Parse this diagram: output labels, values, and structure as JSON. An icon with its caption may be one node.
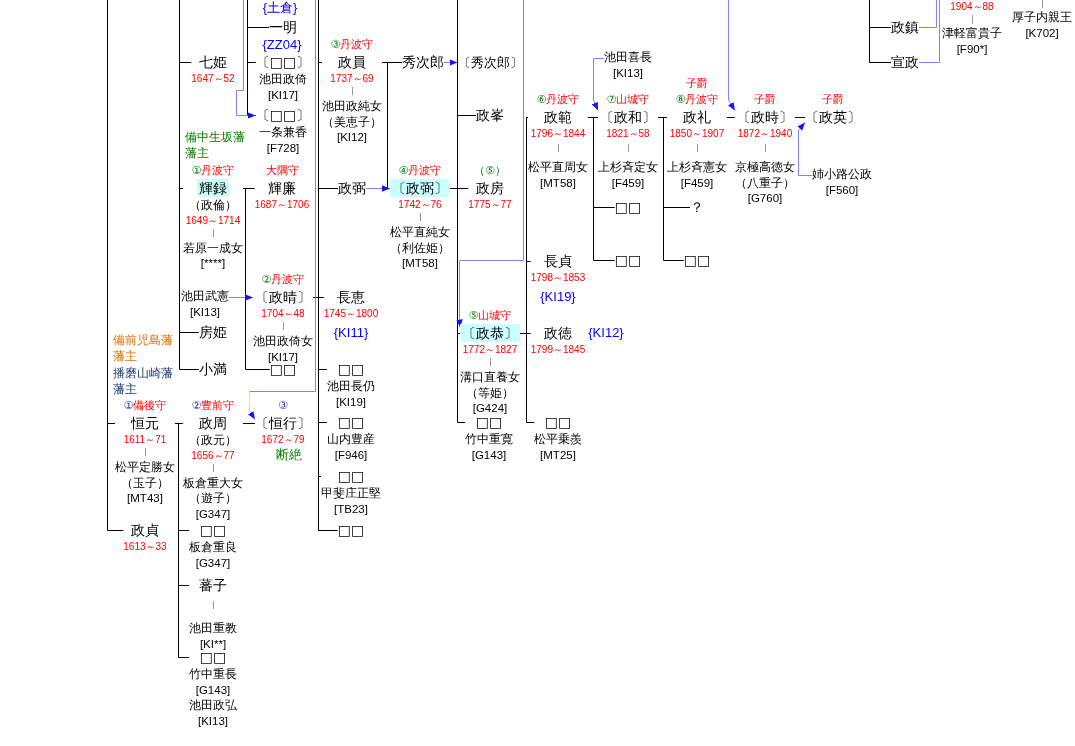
{
  "diagram": {
    "nodes": [
      {
        "text": [
          "七姫",
          "1647～52"
        ]
      },
      {
        "text": [
          "①",
          "丹波守",
          "輝録",
          "（政倫）",
          "1649～1714",
          "若原一成女",
          "[****]"
        ]
      },
      {
        "text": [
          "池田武憲",
          "[KI13]"
        ]
      },
      {
        "text": [
          "房姫"
        ]
      },
      {
        "text": [
          "小満"
        ]
      },
      {
        "text": [
          "①",
          "備後守",
          "恒元",
          "1611～71",
          "松平定勝女",
          "（玉子）",
          "[MT43]"
        ]
      },
      {
        "text": [
          "政貞",
          "1613～33"
        ]
      },
      {
        "text": [
          "②",
          "豊前守",
          "政周",
          "（政元）",
          "1656～77",
          "板倉重大女",
          "（遊子）",
          "[G347]"
        ]
      },
      {
        "text": [
          "□□",
          "板倉重良",
          "[G347]"
        ]
      },
      {
        "text": [
          "蕃子",
          "池田重教",
          "[KI**]"
        ]
      },
      {
        "text": [
          "□□",
          "竹中重長",
          "[G143]",
          "池田政弘",
          "[KI13]"
        ]
      },
      {
        "text": [
          "一明"
        ],
        "beside": [
          "{ZZ04}"
        ]
      },
      {
        "text": [
          "〔□□〕",
          "池田政倚",
          "[KI17]"
        ]
      },
      {
        "text": [
          "〔□□〕",
          "一条兼香",
          "[F728]"
        ]
      },
      {
        "text": [
          "大隅守",
          "輝廉",
          "1687～1706"
        ]
      },
      {
        "text": [
          "②",
          "丹波守",
          "〔政晴〕",
          "1704～48",
          "池田政倚女",
          "[KI17]"
        ]
      },
      {
        "text": [
          "□□"
        ]
      },
      {
        "text": [
          "③",
          "〔恒行〕",
          "1672～79"
        ],
        "beside": [
          "断絶"
        ]
      },
      {
        "text": [
          "③",
          "丹波守",
          "政員",
          "1737～69",
          "池田政純女",
          "（美恵子）",
          "[KI12]"
        ]
      },
      {
        "text": [
          "政弼"
        ]
      },
      {
        "text": [
          "長恵",
          "1745～1800"
        ],
        "beside": [
          "{KI11}"
        ]
      },
      {
        "text": [
          "□□",
          "池田長仍",
          "[KI19]"
        ]
      },
      {
        "text": [
          "□□",
          "山内豊産",
          "[F946]"
        ]
      },
      {
        "text": [
          "□□",
          "甲斐庄正堅",
          "[TB23]"
        ]
      },
      {
        "text": [
          "□□"
        ]
      },
      {
        "text": [
          "秀次郎"
        ]
      },
      {
        "text": [
          "④",
          "丹波守",
          "〔政弼〕",
          "1742～76",
          "松平直純女",
          "（利佐姫）",
          "[MT58]"
        ]
      },
      {
        "text": [
          "〔秀次郎〕"
        ]
      },
      {
        "text": [
          "政峯"
        ]
      },
      {
        "text": [
          "（⑤）",
          "政房",
          "1775～77"
        ]
      },
      {
        "text": [
          "⑤",
          "山城守",
          "〔政恭〕",
          "1772～1827",
          "溝口直養女",
          "（等姫）",
          "[G424]"
        ]
      },
      {
        "text": [
          "□□",
          "竹中重寛",
          "[G143]"
        ]
      },
      {
        "text": [
          "⑥",
          "丹波守",
          "政範",
          "1796～1844",
          "松平直周女",
          "[MT58]"
        ]
      },
      {
        "text": [
          "長貞",
          "1798～1853"
        ],
        "beside": [
          "{KI19}"
        ]
      },
      {
        "text": [
          "政徳",
          "1799～1845"
        ],
        "beside": [
          "{KI12}"
        ]
      },
      {
        "text": [
          "□□",
          "松平乗羨",
          "[MT25]"
        ]
      },
      {
        "text": [
          "池田喜長",
          "[KI13]"
        ]
      },
      {
        "text": [
          "⑦",
          "山城守",
          "〔政和〕",
          "1821～58",
          "上杉斉定女",
          "[F459]"
        ]
      },
      {
        "text": [
          "□□"
        ]
      },
      {
        "text": [
          "□□"
        ]
      },
      {
        "text": [
          "子爵",
          "⑧",
          "丹波守",
          "政礼",
          "1850～1907",
          "上杉斉憲女",
          "[F459]"
        ]
      },
      {
        "text": [
          "？"
        ]
      },
      {
        "text": [
          "□□"
        ]
      },
      {
        "text": [
          "子爵",
          "〔政時〕",
          "1872～1940",
          "京極高徳女",
          "（八重子）",
          "[G760]"
        ]
      },
      {
        "text": [
          "子爵",
          "〔政英〕"
        ]
      },
      {
        "text": [
          "姉小路公政",
          "[F560]"
        ]
      },
      {
        "text": [
          "政鎮"
        ]
      },
      {
        "text": [
          "宣政"
        ]
      }
    ],
    "edges": [
      {
        "from": null,
        "to": 5,
        "arrow": "none"
      },
      {
        "from": null,
        "to": 6,
        "arrow": "none"
      },
      {
        "from": null,
        "to": 0,
        "arrow": "none"
      },
      {
        "from": null,
        "to": 1,
        "arrow": "none"
      },
      {
        "from": null,
        "to": 3,
        "arrow": "none"
      },
      {
        "from": null,
        "to": 4,
        "arrow": "none"
      },
      {
        "from": null,
        "to": 11,
        "arrow": "none"
      },
      {
        "from": null,
        "to": 12,
        "arrow": "none"
      },
      {
        "from": null,
        "to": 13,
        "arrow": "none"
      },
      {
        "from": 1,
        "to": 14,
        "arrow": "none"
      },
      {
        "from": 1,
        "to": 15,
        "arrow": "none"
      },
      {
        "from": 1,
        "to": 16,
        "arrow": "none"
      },
      {
        "from": 5,
        "to": 7,
        "arrow": "none"
      },
      {
        "from": 5,
        "to": 8,
        "arrow": "none"
      },
      {
        "from": 5,
        "to": 9,
        "arrow": "none"
      },
      {
        "from": 5,
        "to": 10,
        "arrow": "none"
      },
      {
        "from": 7,
        "to": 17,
        "arrow": "none"
      },
      {
        "from": 15,
        "to": 18,
        "arrow": "none"
      },
      {
        "from": 15,
        "to": 19,
        "arrow": "none"
      },
      {
        "from": 15,
        "to": 20,
        "arrow": "none"
      },
      {
        "from": 15,
        "to": 21,
        "arrow": "none"
      },
      {
        "from": 15,
        "to": 22,
        "arrow": "none"
      },
      {
        "from": 15,
        "to": 23,
        "arrow": "none"
      },
      {
        "from": 15,
        "to": 24,
        "arrow": "none"
      },
      {
        "from": 18,
        "to": 25,
        "arrow": "none"
      },
      {
        "from": 18,
        "to": 26,
        "arrow": "none"
      },
      {
        "from": 26,
        "to": 27,
        "arrow": "none"
      },
      {
        "from": 26,
        "to": 28,
        "arrow": "none"
      },
      {
        "from": 26,
        "to": 29,
        "arrow": "none"
      },
      {
        "from": 26,
        "to": 30,
        "arrow": "none"
      },
      {
        "from": 26,
        "to": 31,
        "arrow": "none"
      },
      {
        "from": 30,
        "to": 32,
        "arrow": "none"
      },
      {
        "from": 30,
        "to": 33,
        "arrow": "none"
      },
      {
        "from": 30,
        "to": 34,
        "arrow": "none"
      },
      {
        "from": 30,
        "to": 35,
        "arrow": "none"
      },
      {
        "from": 32,
        "to": 37,
        "arrow": "none"
      },
      {
        "from": 32,
        "to": 38,
        "arrow": "none"
      },
      {
        "from": 32,
        "to": 39,
        "arrow": "none"
      },
      {
        "from": 37,
        "to": 40,
        "arrow": "none"
      },
      {
        "from": 37,
        "to": 41,
        "arrow": "none"
      },
      {
        "from": 37,
        "to": 42,
        "arrow": "none"
      },
      {
        "from": 40,
        "to": 43,
        "arrow": "none"
      },
      {
        "from": 43,
        "to": 44,
        "arrow": "none"
      },
      {
        "from": null,
        "to": 46,
        "arrow": "none"
      },
      {
        "from": null,
        "to": 47,
        "arrow": "none"
      },
      {
        "from": null,
        "to": 13,
        "arrow": "to",
        "color": "#7f7fff"
      },
      {
        "from": 2,
        "to": 15,
        "arrow": "to",
        "color": "#7f7fff"
      },
      {
        "from": null,
        "to": 17,
        "arrow": "to",
        "style": "dashed",
        "color": "#7f7fff"
      },
      {
        "from": 19,
        "to": 26,
        "arrow": "to",
        "color": "#7f7fff"
      },
      {
        "from": 25,
        "to": 27,
        "arrow": "to",
        "color": "#7f7fff"
      },
      {
        "from": null,
        "to": 30,
        "arrow": "to",
        "color": "#7f7fff"
      },
      {
        "from": 36,
        "to": 37,
        "arrow": "to",
        "color": "#7f7fff"
      },
      {
        "from": null,
        "to": 43,
        "arrow": "to",
        "color": "#7f7fff"
      },
      {
        "from": 45,
        "to": 44,
        "arrow": "to",
        "color": "#7f7fff"
      },
      {
        "from": 46,
        "to": null,
        "arrow": "none",
        "color": "#7f7fff"
      },
      {
        "from": 47,
        "to": null,
        "arrow": "none",
        "color": "#7f7fff"
      },
      {
        "from": null,
        "to": 18,
        "arrow": "none"
      },
      {
        "from": null,
        "to": 27,
        "arrow": "none"
      }
    ],
    "labels": [
      "{土倉}",
      "備中生坂藩藩主",
      "備前児島藩藩主",
      "播磨山崎藩藩主",
      "1904～88",
      "津軽富貴子",
      "[F90*]",
      "厚子内親王",
      "[K702]"
    ]
  }
}
